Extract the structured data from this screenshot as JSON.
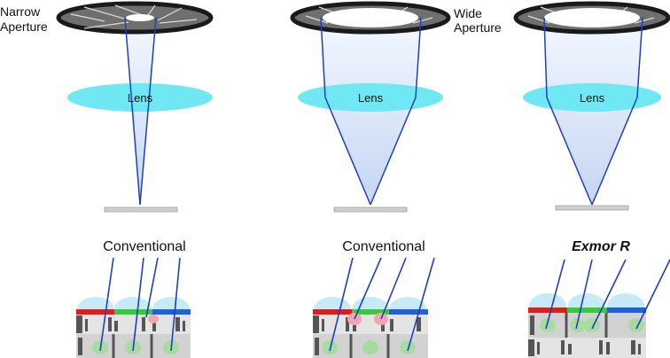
{
  "labels": {
    "narrow_aperture": [
      "Narrow",
      "Aperture"
    ],
    "wide_aperture": [
      "Wide",
      "Aperture"
    ],
    "lens": "Lens",
    "conventional": "Conventional",
    "exmor": "Exmor R"
  },
  "colors": {
    "aperture_ring": "#1a1a1a",
    "aperture_blade": "#6f6f6f",
    "lens": "#6fe8f4",
    "beam_top": "#f4f8ff",
    "beam_bottom": "#c5d6f2",
    "ray": "#1f3fbf",
    "filter_red": "#e21b1b",
    "filter_green": "#37cc37",
    "filter_blue": "#1f5fe0",
    "microlens": "#c6ebf7",
    "photodiode": "#a6dca0",
    "leak": "#f1a5b0",
    "pixel_body": "#d2d2d2",
    "wiring": "#555555"
  }
}
